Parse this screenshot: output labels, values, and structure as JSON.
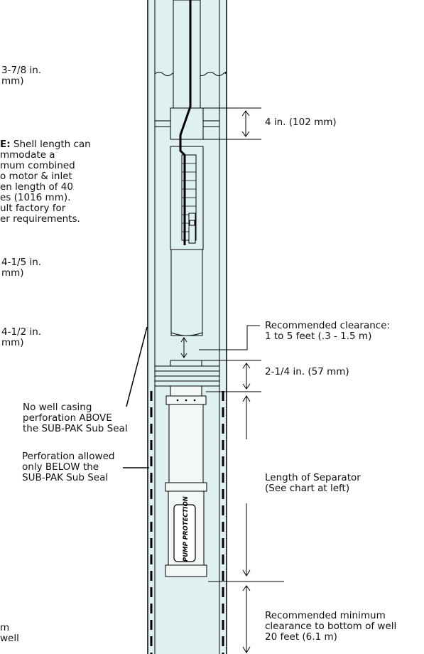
{
  "left_notes": {
    "dim_a": "3-7/8 in.\nmm)",
    "note_prefix": "E:",
    "note_text": " Shell length can\nmmodate a\nmum combined\no motor & inlet\nen length of 40\nes (1016 mm).\nult factory for\ner requirements.",
    "dim_b": "4-1/5 in.\nmm)",
    "dim_c": "4-1/2 in.\nmm)",
    "bottom_fragment": "m\nwell"
  },
  "dimensions": {
    "top_cap": "4 in. (102 mm)",
    "clearance": "Recommended clearance:\n1 to 5 feet (.3 - 1.5 m)",
    "seal": "2-1/4 in. (57 mm)",
    "separator": "Length of Separator\n(See chart at left)",
    "bottom_clearance": "Recommended minimum\nclearance to bottom of well\n20 feet (6.1 m)"
  },
  "casing_notes": {
    "no_perforation": "No well casing\nperforation ABOVE\nthe SUB-PAK Sub Seal",
    "perforation_allowed": "Perforation allowed\nonly BELOW the\nSUB-PAK Sub Seal"
  },
  "separator_label": "PUMP PROTECTION",
  "colors": {
    "water": "#dff0f0",
    "line": "#000000",
    "separator_fill": "#f4f7f7"
  }
}
